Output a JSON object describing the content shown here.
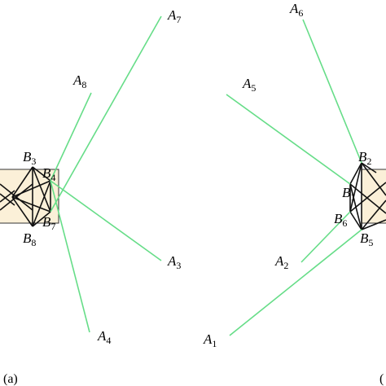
{
  "colors": {
    "ray": "#66dd88",
    "edge": "#111111",
    "band_fill": "#fbf0d8"
  },
  "panel_a": {
    "tag": "(a)",
    "points": [
      {
        "letter": "A",
        "sub": "7"
      },
      {
        "letter": "A",
        "sub": "8"
      },
      {
        "letter": "A",
        "sub": "3"
      },
      {
        "letter": "A",
        "sub": "4"
      },
      {
        "letter": "B",
        "sub": "3"
      },
      {
        "letter": "B",
        "sub": "4"
      },
      {
        "letter": "B",
        "sub": "7"
      },
      {
        "letter": "B",
        "sub": "8"
      }
    ]
  },
  "panel_b": {
    "tag": "(",
    "points": [
      {
        "letter": "A",
        "sub": "6"
      },
      {
        "letter": "A",
        "sub": "5"
      },
      {
        "letter": "A",
        "sub": "2"
      },
      {
        "letter": "A",
        "sub": "1"
      },
      {
        "letter": "B",
        "sub": "2"
      },
      {
        "letter": "B",
        "sub": "1"
      },
      {
        "letter": "B",
        "sub": "6"
      },
      {
        "letter": "B",
        "sub": "5"
      }
    ]
  }
}
